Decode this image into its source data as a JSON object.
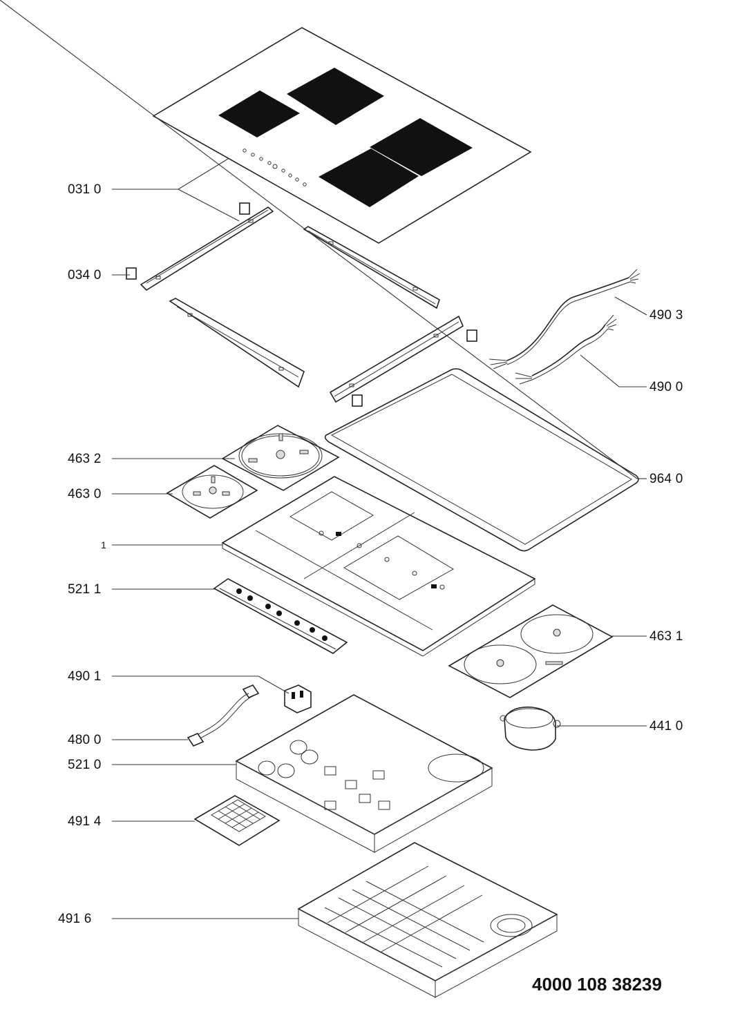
{
  "labels": {
    "p031_0": "031 0",
    "p034_0": "034 0",
    "p490_3": "490 3",
    "p490_0": "490 0",
    "p463_2": "463 2",
    "p964_0": "964 0",
    "p463_0": "463 0",
    "p1": "1",
    "p521_1": "521 1",
    "p463_1": "463 1",
    "p490_1": "490 1",
    "p441_0": "441 0",
    "p480_0": "480 0",
    "p521_0": "521 0",
    "p491_4": "491 4",
    "p491_6": "491 6"
  },
  "document_number": "4000 108 38239"
}
